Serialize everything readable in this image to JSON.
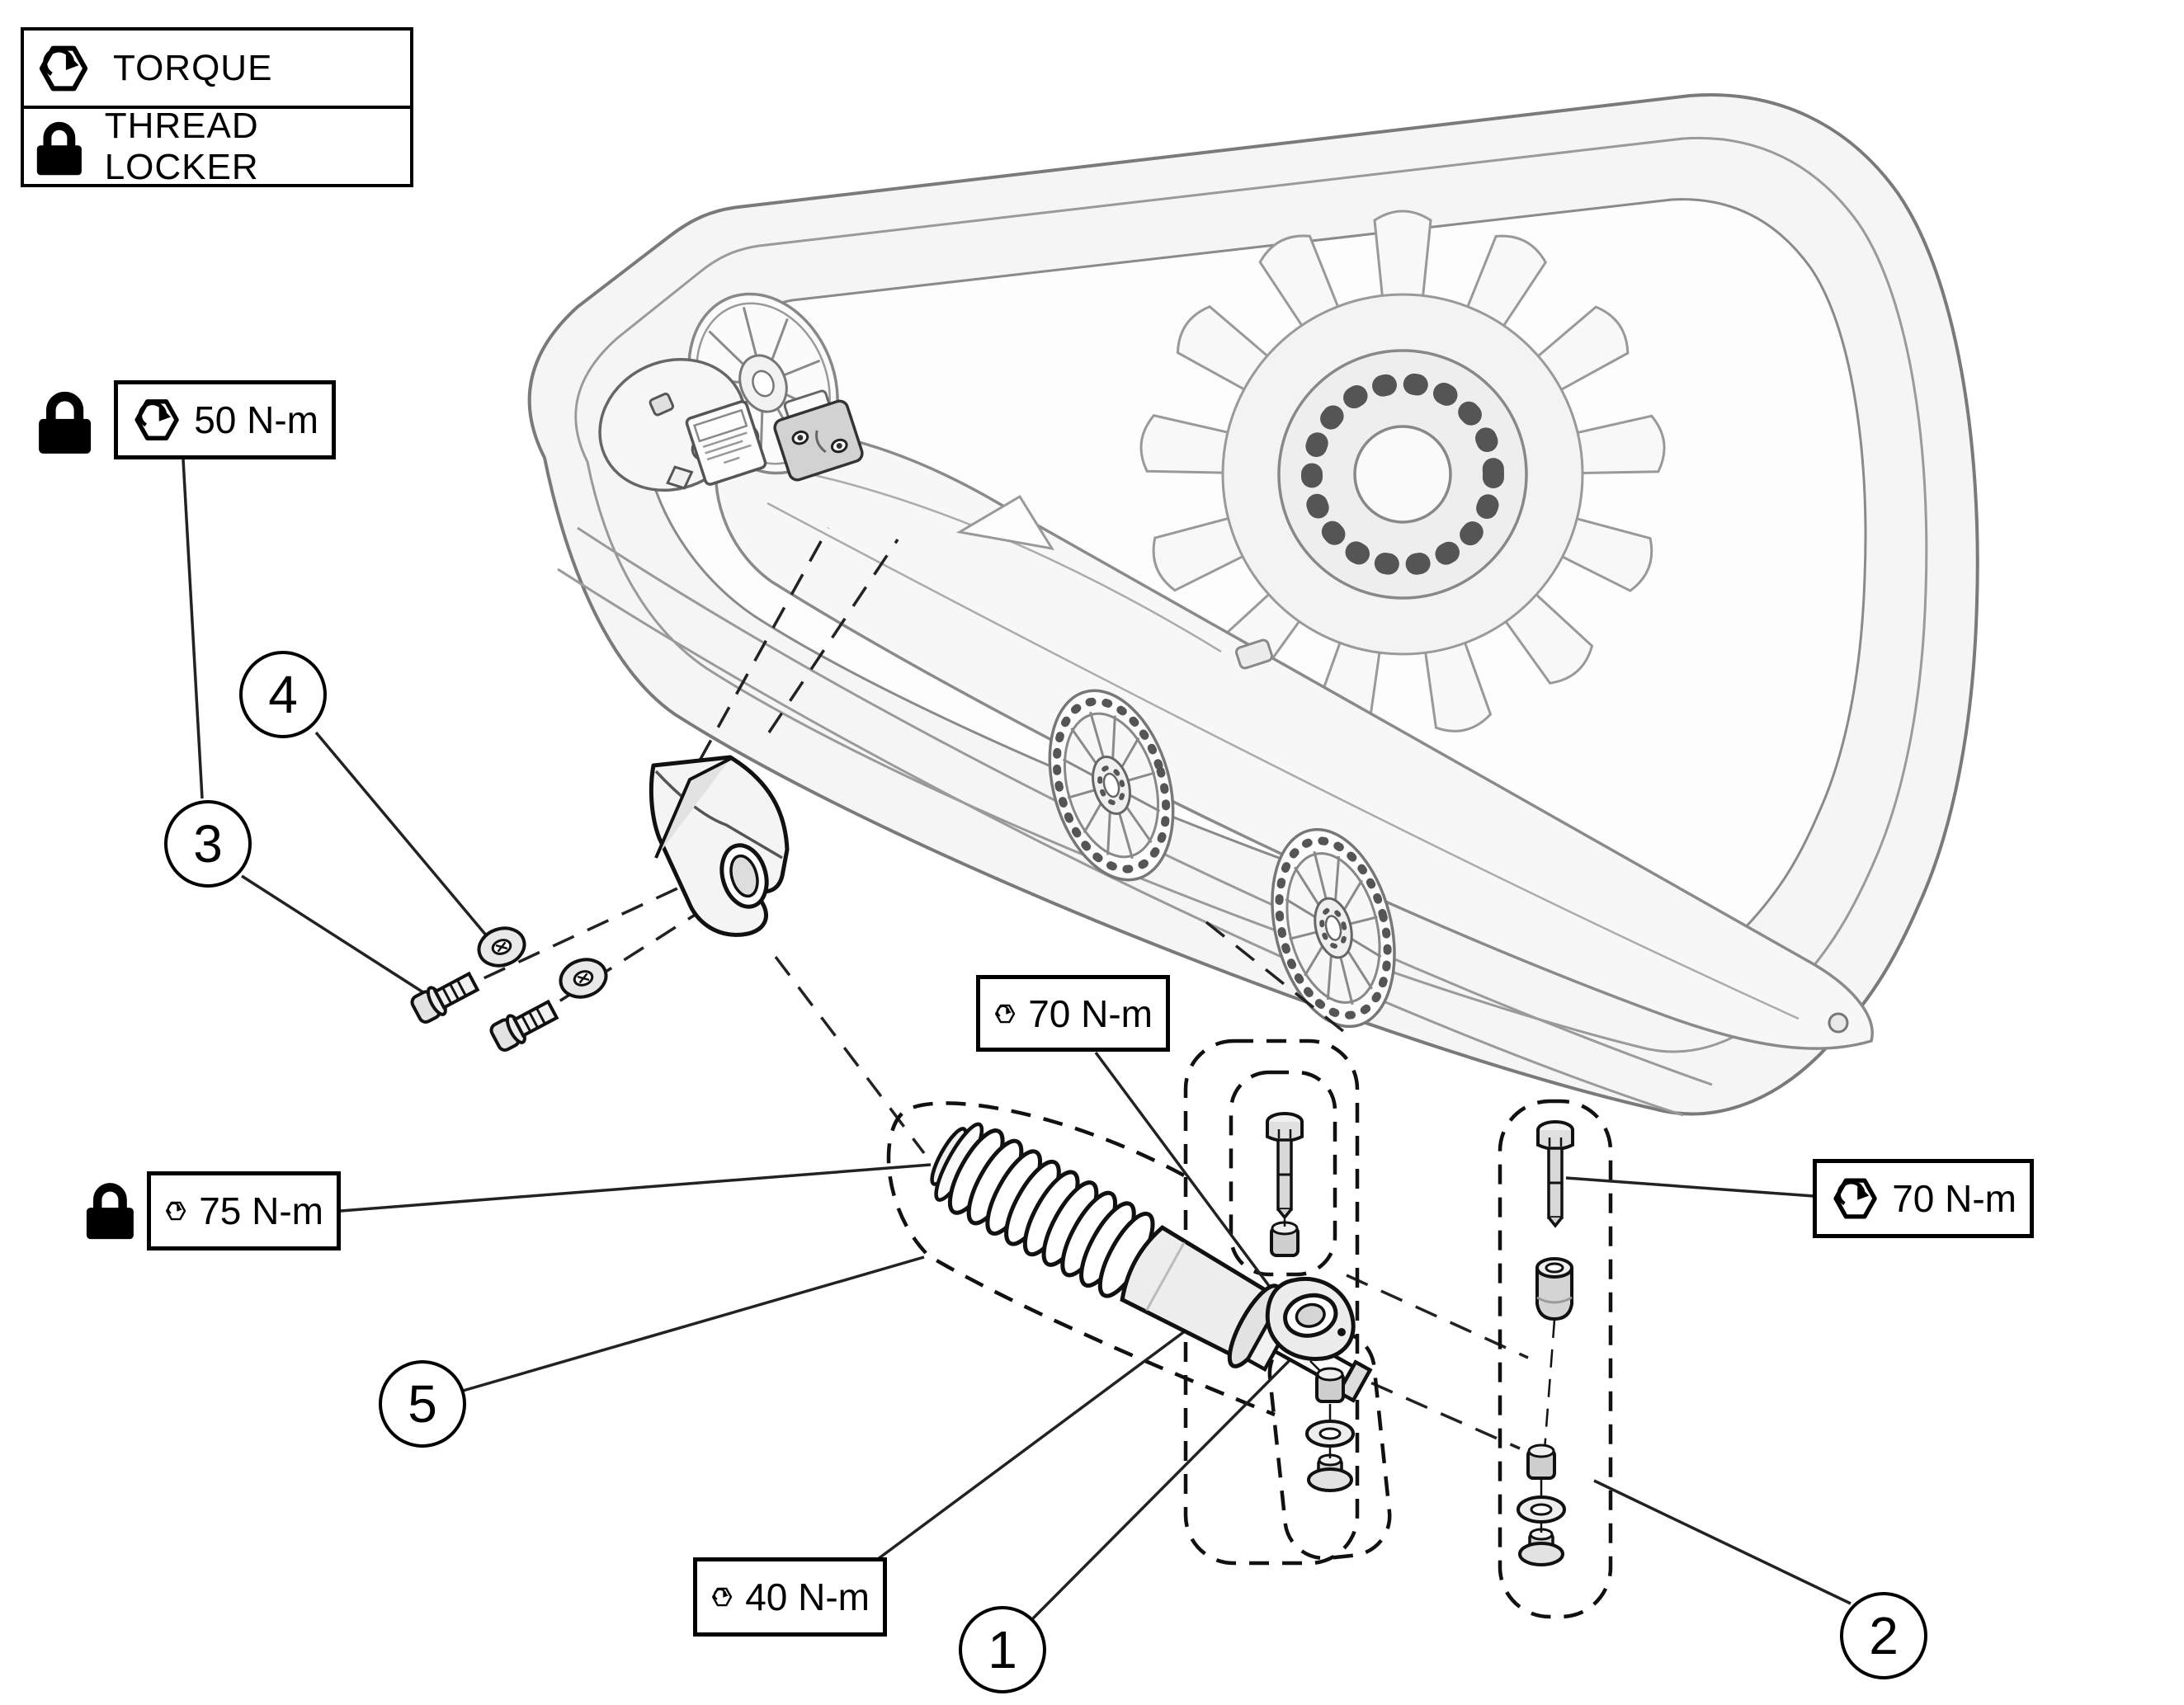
{
  "legend": {
    "rows": [
      {
        "icon": "torque-hex-icon",
        "label": "TORQUE"
      },
      {
        "icon": "thread-locker-icon",
        "label": "THREAD LOCKER"
      }
    ]
  },
  "callouts": {
    "torque_50": {
      "value": "50 N-m",
      "thread_locker": true
    },
    "torque_75": {
      "value": "75 N-m",
      "thread_locker": true
    },
    "torque_40": {
      "value": "40 N-m",
      "thread_locker": false
    },
    "torque_70_center": {
      "value": "70 N-m",
      "thread_locker": false
    },
    "torque_70_right": {
      "value": "70 N-m",
      "thread_locker": false
    }
  },
  "balloons": {
    "b1": "1",
    "b2": "2",
    "b3": "3",
    "b4": "4",
    "b5": "5"
  },
  "colors": {
    "outline": "#000000",
    "drawing_line": "#7a7a7a",
    "band_fill": "#f5f5f5",
    "hardware_fill": "#d9d9d9",
    "background": "#ffffff"
  }
}
